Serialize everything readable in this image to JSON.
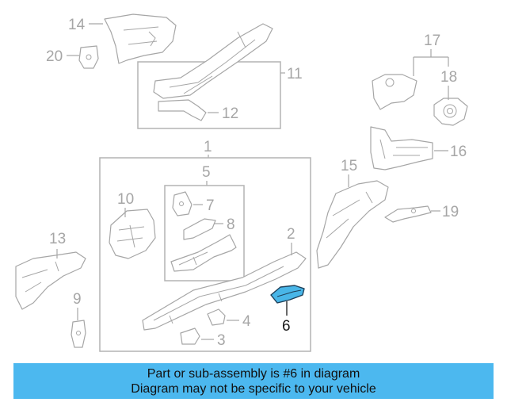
{
  "diagram": {
    "callouts": [
      "1",
      "2",
      "3",
      "4",
      "5",
      "6",
      "7",
      "8",
      "9",
      "10",
      "11",
      "12",
      "13",
      "14",
      "15",
      "16",
      "17",
      "18",
      "19",
      "20"
    ],
    "highlighted_part": "6",
    "colors": {
      "highlight": "#49b6e8",
      "outline": "#a6a6a6",
      "banner": "#4cb8ef"
    }
  },
  "banner": {
    "line1": "Part or sub-assembly is #6 in diagram",
    "line2": "Diagram may not be specific to your vehicle"
  }
}
